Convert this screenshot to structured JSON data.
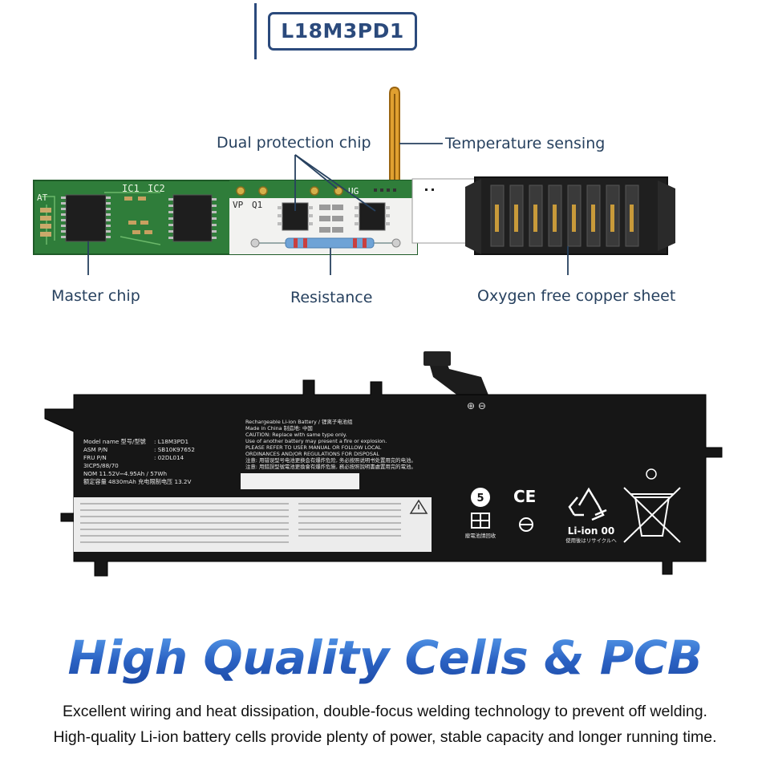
{
  "model": "L18M3PD1",
  "pcb": {
    "labels": {
      "dual_protection_chip": "Dual protection chip",
      "temperature_sensing": "Temperature sensing",
      "master_chip": "Master chip",
      "resistance": "Resistance",
      "copper_sheet": "Oxygen free copper sheet"
    },
    "silkscreen": [
      "IC1",
      "IC2",
      "VP",
      "Q1",
      "UG",
      "AT"
    ]
  },
  "battery_label": {
    "header_lines": [
      "Rechargeable Li-ion Battery / 锂离子电池组",
      "Made in China  制造地: 中国",
      "CAUTION: Replace with same type only.",
      "Use of another battery may present a fire or explosion.",
      "PLEASE REFER TO USER MANUAL OR FOLLOW LOCAL",
      "ORDINANCES AND/OR REGULATIONS FOR DISPOSAL",
      "注意: 用错误型号电池更换会有爆炸危险, 务必按照说明书处置用完的电池。",
      "注意: 用錯誤型號電池更換會有爆炸危險, 務必按照說明書處置用完的電池。"
    ],
    "spec_keys": [
      "Model name 型号/型號",
      "ASM P/N",
      "FRU P/N",
      "3ICP5/88/70",
      "NOM 11.52V⎓4.95Ah / 57Wh",
      "额定容量 4830mAh  充电限制电压 13.2V"
    ],
    "spec_values": [
      ": L18M3PD1",
      ": SB10K97652",
      ": 02DL014"
    ],
    "recycle_caption": "Li-ion 00",
    "recycle_jp": "使用後はリサイクルへ",
    "ce_mark": "CE",
    "cert_number": "5",
    "cert_caption": "廢電池請回收"
  },
  "headline": "High Quality Cells & PCB",
  "description": [
    "Excellent wiring and heat dissipation, double-focus welding technology to prevent off welding.",
    "High-quality Li-ion battery cells provide plenty of power, stable capacity and longer running time."
  ],
  "colors": {
    "navy": "#27415f",
    "pcb_green": "#2f7d3a",
    "battery_black": "#1a1a1a",
    "headline_blue": "#2f6ec4"
  }
}
